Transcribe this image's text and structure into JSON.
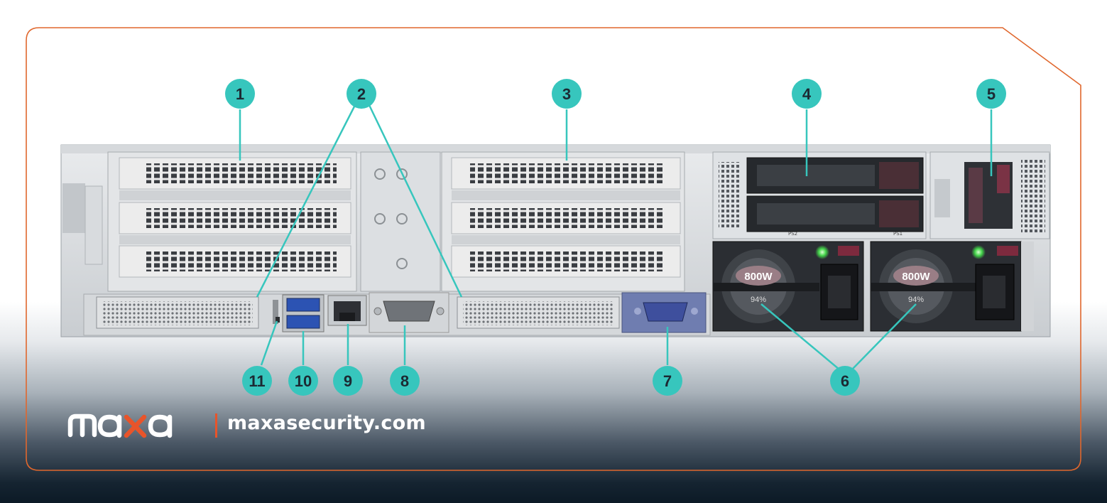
{
  "callouts": [
    "1",
    "2",
    "3",
    "4",
    "5",
    "6",
    "7",
    "8",
    "9",
    "10",
    "11"
  ],
  "psu": {
    "left": {
      "wattage": "800W",
      "efficiency": "94%",
      "slot": "PS2"
    },
    "right": {
      "wattage": "800W",
      "efficiency": "94%",
      "slot": "PS1"
    }
  },
  "brand": {
    "logo": "maxa",
    "website": "maxasecurity.com"
  },
  "colors": {
    "callout": "#37c6bd",
    "frame": "#e0672d",
    "accent": "#e8542a"
  }
}
